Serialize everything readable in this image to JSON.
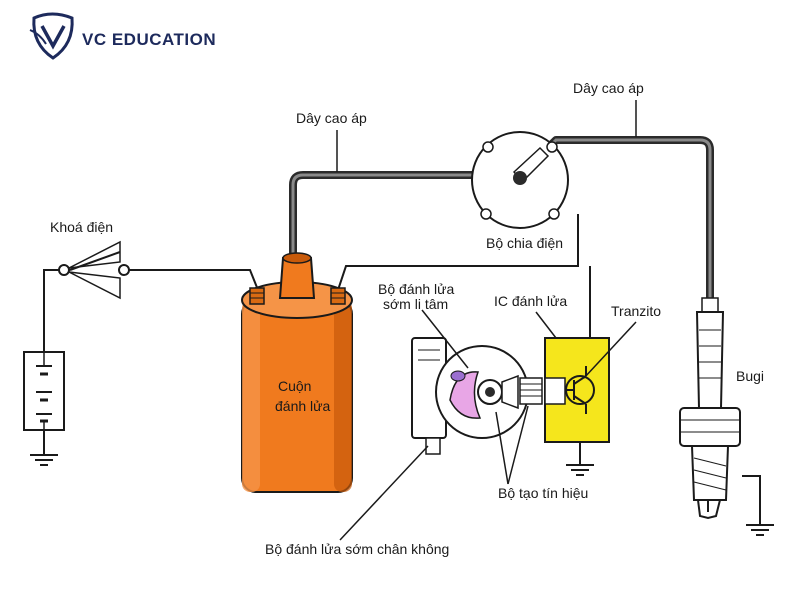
{
  "brand": {
    "name": "VC EDUCATION",
    "logo_icon": "vc-shield-logo-icon",
    "color": "#1d2a5c"
  },
  "labels": {
    "hv_wire_left": "Dây cao áp",
    "hv_wire_right": "Dây cao áp",
    "ignition_switch": "Khoá điện",
    "distributor": "Bộ chia điện",
    "centrifugal_advance_line1": "Bộ đánh lửa",
    "centrifugal_advance_line2": "sớm li tâm",
    "ic_igniter": "IC đánh lửa",
    "transistor": "Tranzito",
    "spark_plug": "Bugi",
    "coil_line1": "Cuộn",
    "coil_line2": "đánh lửa",
    "signal_generator": "Bộ tạo tín hiệu",
    "vacuum_advance": "Bộ đánh lửa sớm chân không"
  },
  "colors": {
    "coil": "#f07a1e",
    "coil_dark": "#c85a0a",
    "igniter": "#f5e61c",
    "wire": "#2b2b2b",
    "outline": "#1a1a1a",
    "rotor_pink": "#e8a6e6"
  }
}
